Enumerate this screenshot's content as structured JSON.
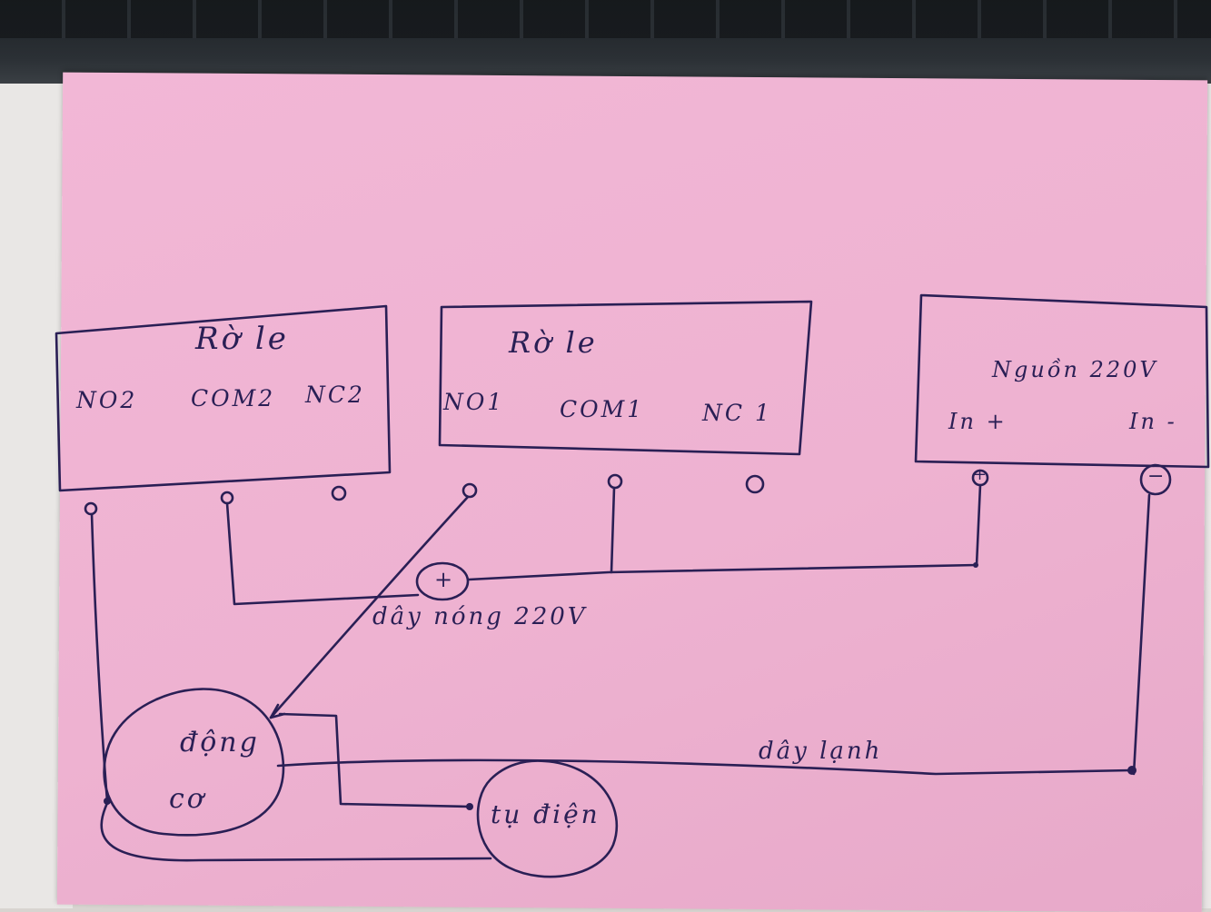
{
  "relay_2": {
    "title": "Rờ le",
    "no": "NO2",
    "com": "COM2",
    "nc": "NC2"
  },
  "relay_1": {
    "title": "Rờ le",
    "no": "NO1",
    "com": "COM1",
    "nc": "NC 1"
  },
  "power_supply": {
    "title": "Nguồn 220V",
    "in_plus": "In +",
    "in_minus": "In -"
  },
  "wire_hot": {
    "label": "dây nóng 220V",
    "symbol": "+"
  },
  "wire_cold": {
    "label": "dây lạnh"
  },
  "motor": {
    "line1": "động",
    "line2": "cơ"
  },
  "capacitor": {
    "label": "tụ điện"
  },
  "terminal_symbols": {
    "plus": "+",
    "minus": "−"
  },
  "colors": {
    "ink": "#2a1f55",
    "paper": "#eeb2d1",
    "keyboard": "#24292e"
  }
}
